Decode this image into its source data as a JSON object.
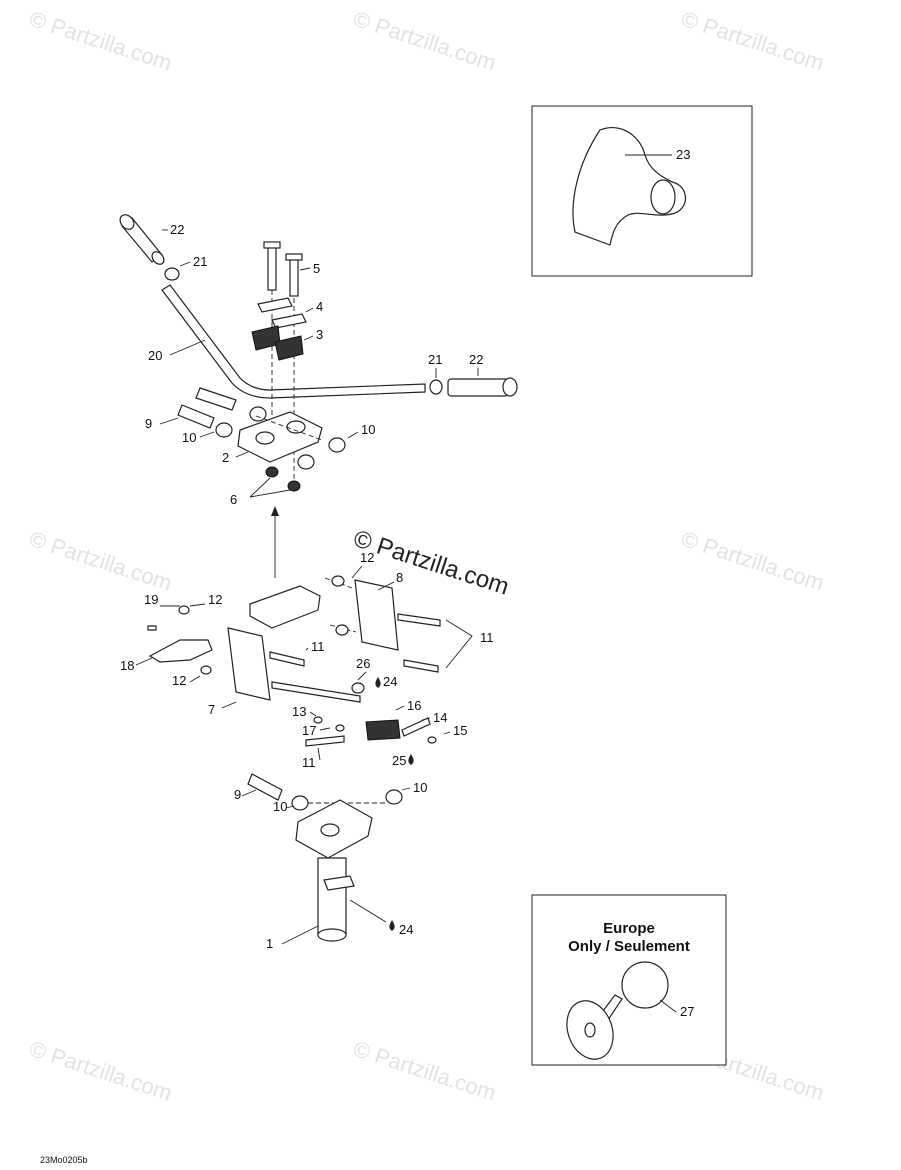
{
  "watermarks": {
    "text": "© Partzilla.com",
    "center_text": "© Partzilla.com"
  },
  "callouts": {
    "c1": "1",
    "c2": "2",
    "c3": "3",
    "c4": "4",
    "c5": "5",
    "c6": "6",
    "c7": "7",
    "c8": "8",
    "c9_top": "9",
    "c9_bottom": "9",
    "c10_left": "10",
    "c10_right": "10",
    "c10_bl": "10",
    "c10_br": "10",
    "c11_top": "11",
    "c11_right": "11",
    "c11_bottom": "11",
    "c12_top": "12",
    "c12_left": "12",
    "c12_bottom": "12",
    "c13": "13",
    "c14": "14",
    "c15": "15",
    "c16": "16",
    "c17": "17",
    "c18": "18",
    "c19": "19",
    "c20": "20",
    "c21_left": "21",
    "c21_right": "21",
    "c22_left": "22",
    "c22_right": "22",
    "c23": "23",
    "c24_top": "24",
    "c24_bottom": "24",
    "c25": "25",
    "c26": "26",
    "c27": "27"
  },
  "inset_europe": {
    "line1": "Europe",
    "line2": "Only / Seulement"
  },
  "drawing_code": "23Mo0205b"
}
